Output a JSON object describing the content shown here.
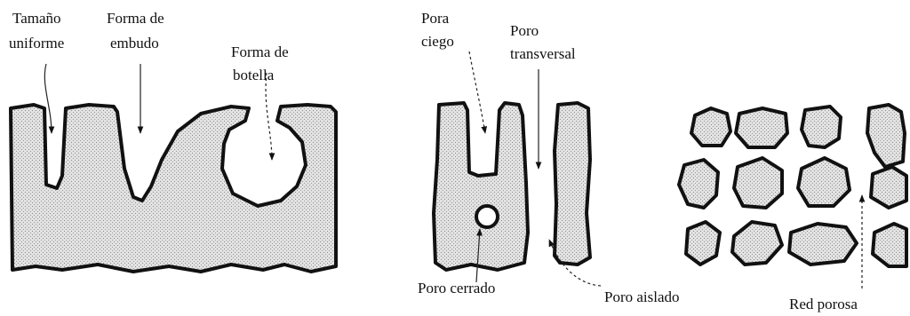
{
  "labels": {
    "uniform_size_1": "Tamaño",
    "uniform_size_2": "uniforme",
    "funnel_1": "Forma de",
    "funnel_2": "embudo",
    "bottle_1": "Forma de",
    "bottle_2": "botella",
    "blind_1": "Pora",
    "blind_2": "ciego",
    "transversal_1": "Poro",
    "transversal_2": "transversal",
    "closed": "Poro cerrado",
    "isolated": "Poro aislado",
    "network": "Red porosa"
  },
  "colors": {
    "outline": "#111111",
    "fill": "#e4e4e4"
  }
}
